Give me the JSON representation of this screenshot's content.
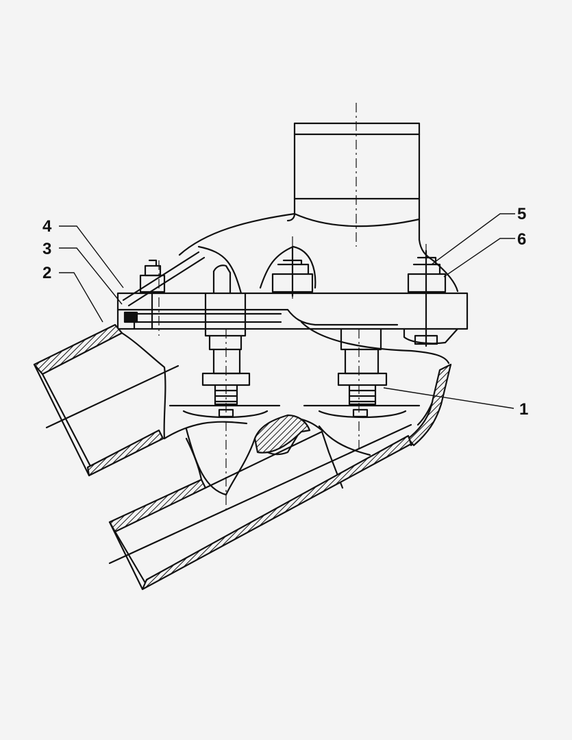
{
  "figure": {
    "callouts": [
      {
        "id": "1",
        "label": "1"
      },
      {
        "id": "2",
        "label": "2"
      },
      {
        "id": "3",
        "label": "3"
      },
      {
        "id": "4",
        "label": "4"
      },
      {
        "id": "5",
        "label": "5"
      },
      {
        "id": "6",
        "label": "6"
      }
    ],
    "colors": {
      "background": "#f4f4f4",
      "ink": "#111111",
      "hatch": "#111111"
    }
  }
}
